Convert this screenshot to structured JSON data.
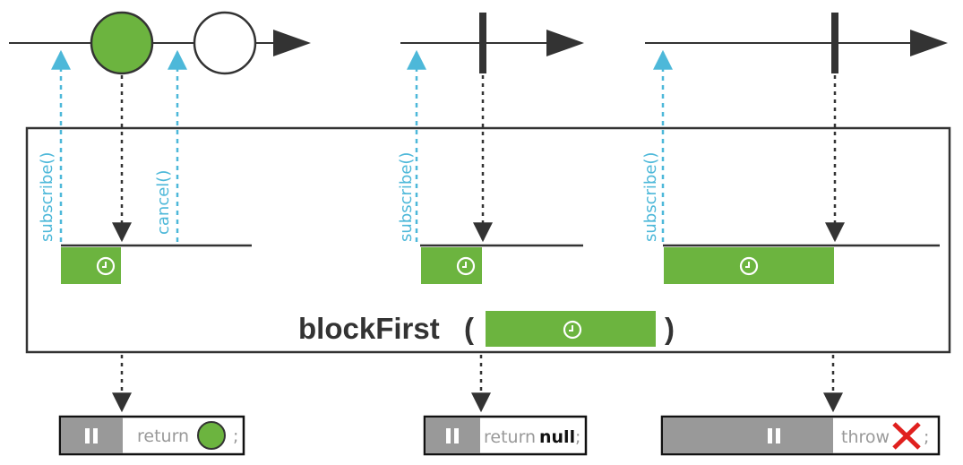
{
  "operator": {
    "name": "blockFirst",
    "open_paren": "(",
    "close_paren": ")"
  },
  "signals": {
    "subscribe": "subscribe()",
    "cancel": "cancel()"
  },
  "results": {
    "value": {
      "keyword": "return",
      "suffix": ";"
    },
    "empty": {
      "keyword": "return",
      "value": "null",
      "suffix": ";"
    },
    "error": {
      "keyword": "throw",
      "suffix": ";"
    }
  },
  "icons": {
    "onnext": "green-circle-icon",
    "complete": "completion-bar-icon",
    "error": "red-x-icon",
    "timer": "clock-icon",
    "blocked": "pause-icon"
  },
  "colors": {
    "green": "#6cb43f",
    "signal_blue": "#4db8d9",
    "dark": "#333333",
    "gray": "#999999",
    "error_red": "#e0201e"
  }
}
